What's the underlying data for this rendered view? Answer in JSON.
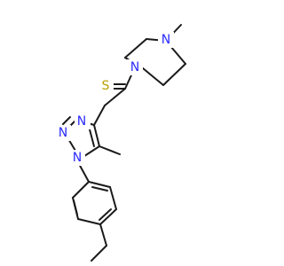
{
  "colors": {
    "bond": "#1a1a1a",
    "nitrogen": "#2b2bff",
    "sulfur": "#b8a000",
    "background": "#ffffff"
  },
  "atoms": {
    "n_pip_top": "N",
    "n_pip_bottom": "N",
    "s_thione": "S",
    "n_triazole_3": "N",
    "n_triazole_2": "N",
    "n_triazole_1": "N"
  }
}
